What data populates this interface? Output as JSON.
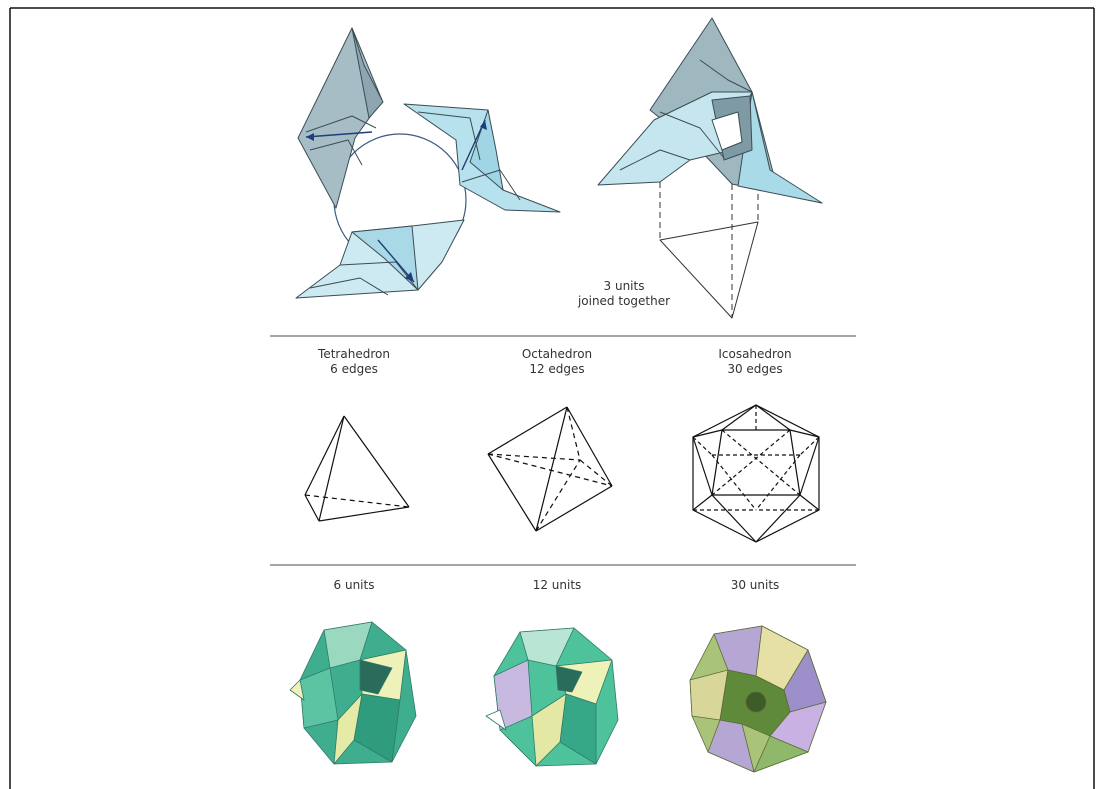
{
  "intro": {
    "caption_line1": "3 units",
    "caption_line2": "joined together"
  },
  "solids": [
    {
      "name": "Tetrahedron",
      "edges": "6 edges",
      "units": "6 units"
    },
    {
      "name": "Octahedron",
      "edges": "12 edges",
      "units": "12 units"
    },
    {
      "name": "Icosahedron",
      "edges": "30 edges",
      "units": "30 units"
    }
  ],
  "colors": {
    "paper_blue_light": "#d6eef5",
    "paper_blue": "#a9dbe8",
    "paper_gray": "#9fb7bf",
    "teal": "#37b08f",
    "green": "#4ec39b",
    "cream": "#eef1b8",
    "lavender": "#b5a6d4",
    "olive": "#a7b86a"
  }
}
